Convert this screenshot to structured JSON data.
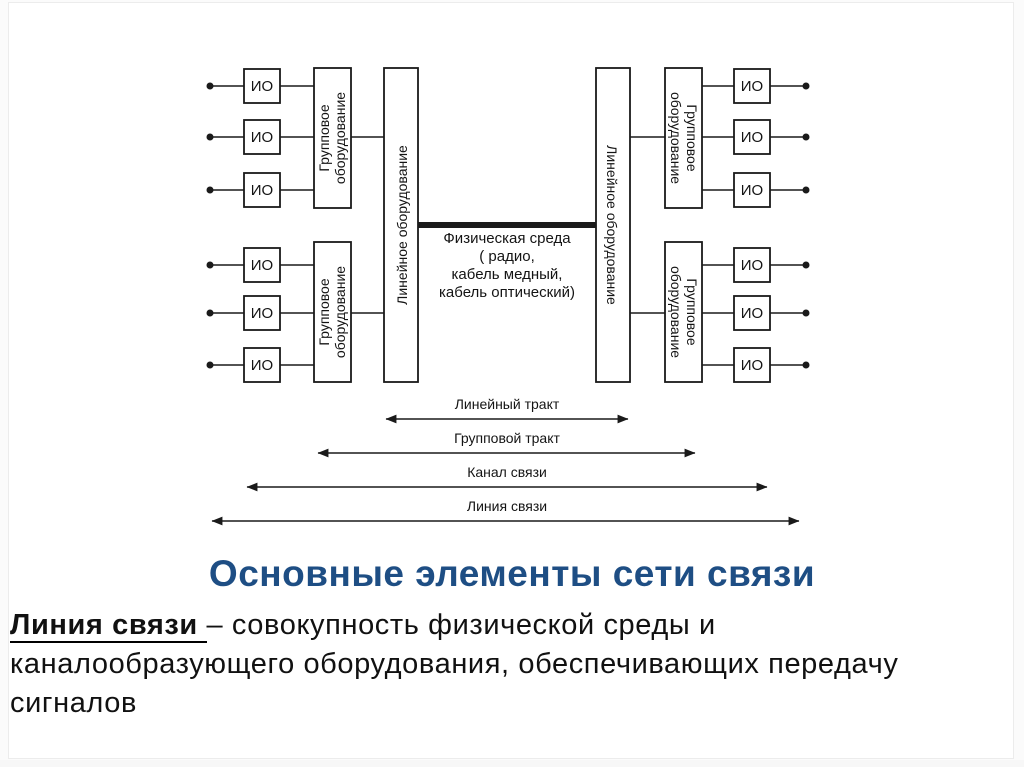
{
  "slide": {
    "title": "Основные элементы сети связи",
    "title_color": "#1e4e84",
    "definition": {
      "term": "Линия связи ",
      "line1_rest": "– совокупность физической среды и",
      "line2": "каналообразующего оборудования, обеспечивающих передачу",
      "line3": "сигналов"
    }
  },
  "diagram": {
    "line_color": "#1a1a1a",
    "io_label": "ИО",
    "group_equipment": {
      "word1": "Групповое",
      "word2": "оборудование"
    },
    "line_equipment": "Линейное оборудование",
    "physical_medium": {
      "line1": "Физическая среда",
      "line2": "( радио,",
      "line3": "кабель медный,",
      "line4": "кабель оптический)"
    },
    "spans": [
      {
        "label": "Линейный тракт"
      },
      {
        "label": "Групповой тракт"
      },
      {
        "label": "Канал связи"
      },
      {
        "label": "Линия связи"
      }
    ]
  }
}
